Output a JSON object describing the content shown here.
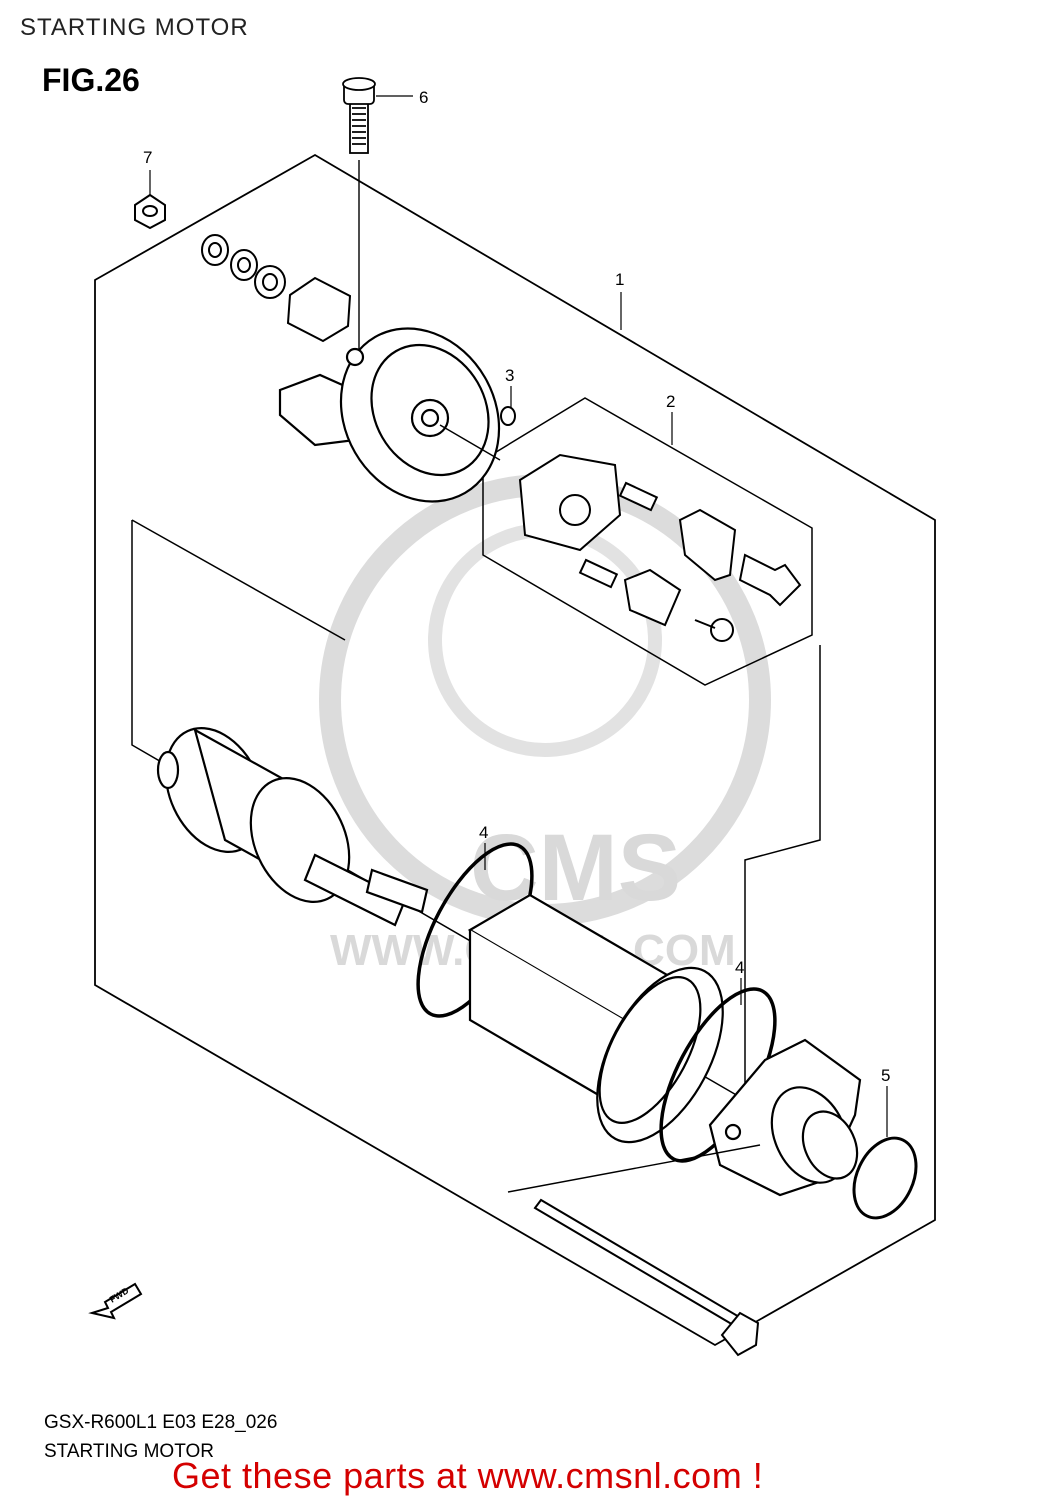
{
  "header": {
    "title": "STARTING MOTOR",
    "figure": "FIG.26"
  },
  "watermark": {
    "brand": "CMS",
    "url": "WWW.CMSNL.COM"
  },
  "callouts": [
    "1",
    "2",
    "3",
    "4",
    "4",
    "5",
    "6",
    "7"
  ],
  "fwd_label": "FWD",
  "footer": {
    "model_code": "GSX-R600L1 E03 E28_026",
    "subtitle": "STARTING MOTOR",
    "cta": "Get these parts at www.cmsnl.com !"
  },
  "colors": {
    "cta": "#d40000",
    "watermark": "#d9d9d9"
  }
}
